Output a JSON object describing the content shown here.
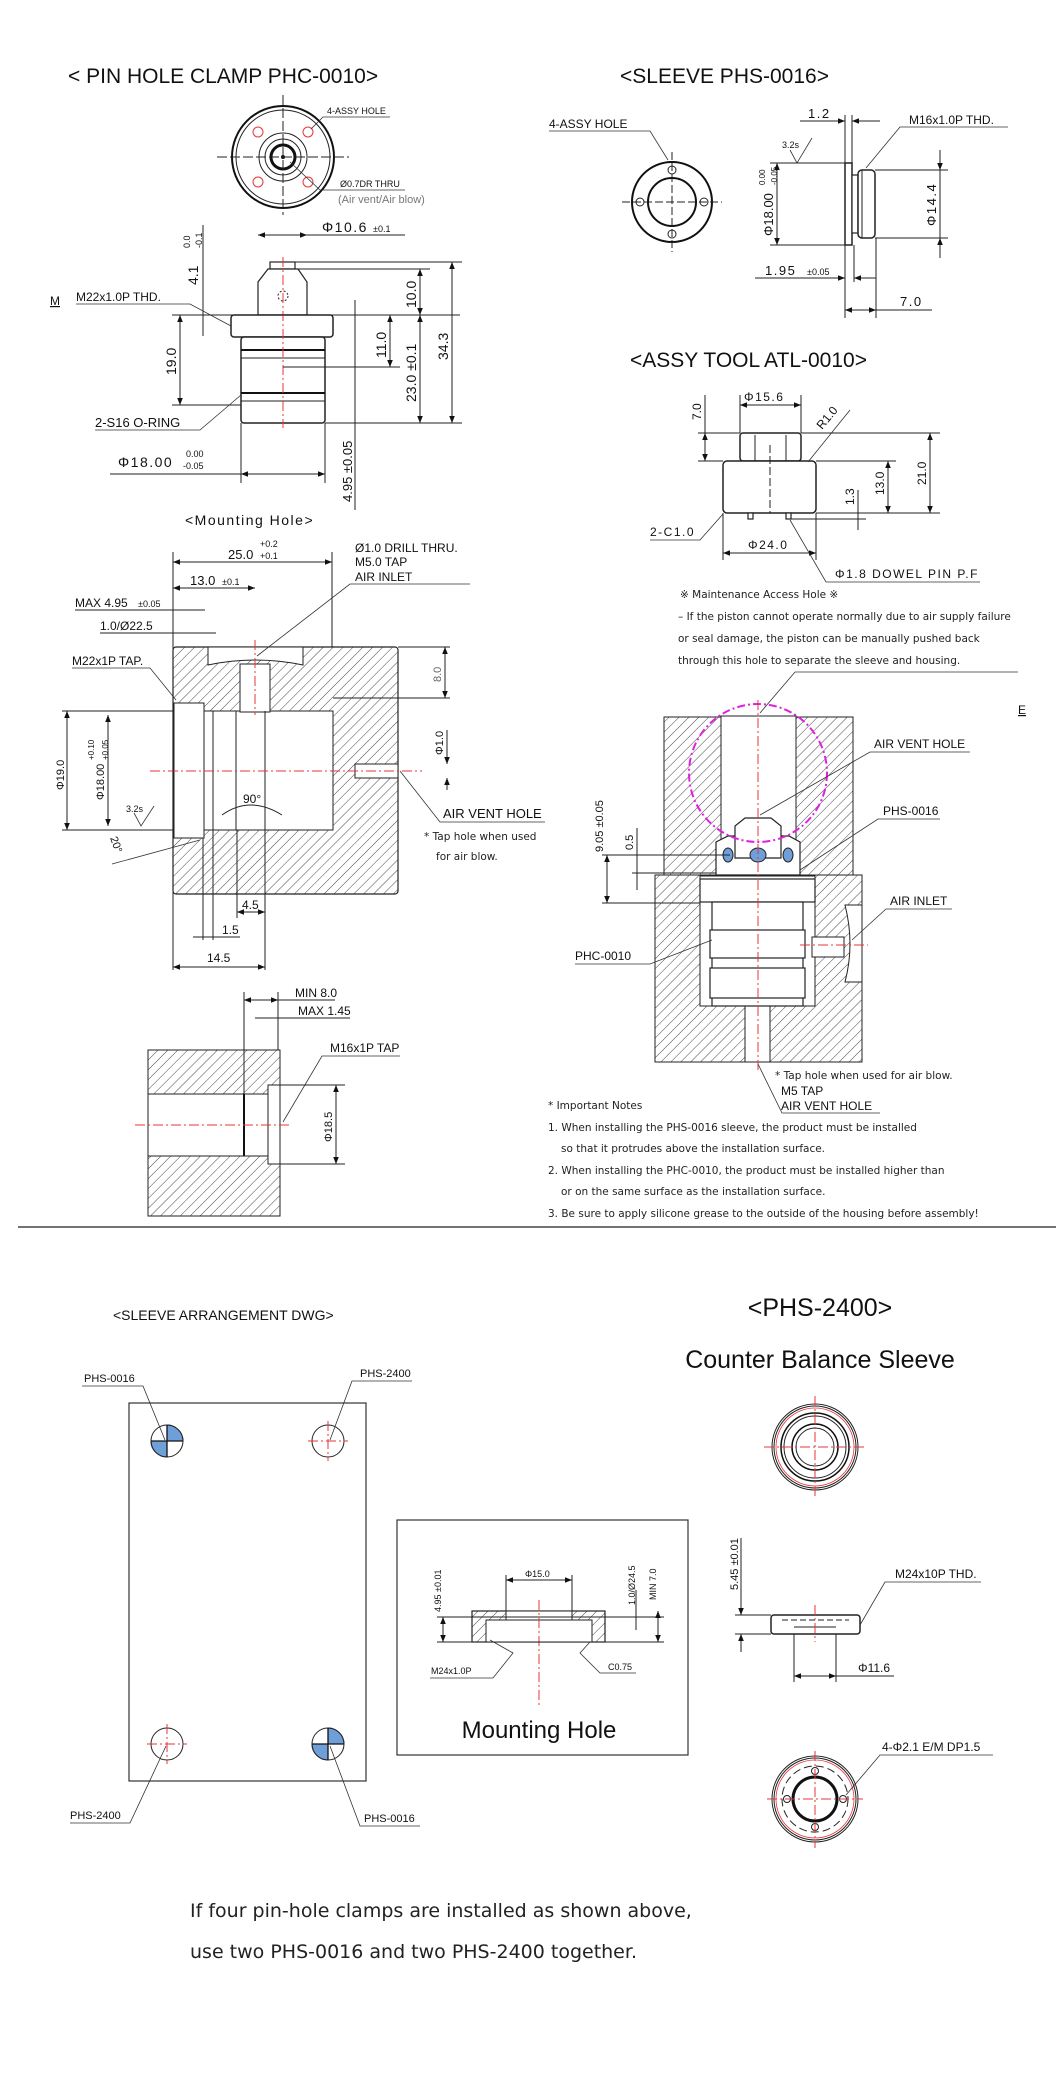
{
  "phc": {
    "title": "< PIN HOLE CLAMP PHC-0010>",
    "assy_hole": "4-ASSY HOLE",
    "dr_thru": "Ø0.7DR THRU",
    "air_vent_blow": "(Air vent/Air blow)",
    "dia_10_6": "Φ10.6",
    "tol_0_1": "±0.1",
    "tol_top": "0.0",
    "tol_bottom": "-0.1",
    "dim_4_1": "4.1",
    "dim_10_0": "10.0",
    "thread": "M22x1.0P THD.",
    "marker_m": "M",
    "dim_19_0": "19.0",
    "dim_11_0": "11.0",
    "dim_23_0": "23.0 ±0.1",
    "dim_34_3": "34.3",
    "oring": "2-S16 O-RING",
    "dia_18": "Φ18.00",
    "dia_18_upper": "0.00",
    "dia_18_lower": "-0.05",
    "dim_4_95": "4.95 ±0.05"
  },
  "mounting": {
    "title": "<Mounting Hole>",
    "dim_25": "25.0",
    "dim_25_upper": "+0.2",
    "dim_25_lower": "+0.1",
    "dim_13": "13.0",
    "dim_13_tol": "±0.1",
    "max_4_95": "MAX 4.95",
    "max_4_95_tol": "±0.05",
    "chamfer": "1.0/Ø22.5",
    "tap": "M22x1P TAP.",
    "drill": "Ø1.0 DRILL THRU.",
    "m5": "M5.0 TAP",
    "air_inlet": "AIR INLET",
    "dim_8": "8.0",
    "dia_19": "Φ19.0",
    "dia_18": "Φ18.00",
    "dia_18_upper": "+0.10",
    "dia_18_lower": "+0.05",
    "rough": "3.2s",
    "angle_90": "90°",
    "angle_20": "20°",
    "dia_1": "Φ1.0",
    "air_vent": "AIR VENT HOLE",
    "tap_note_1": "* Tap hole when used",
    "tap_note_2": "for air blow.",
    "dim_4_5": "4.5",
    "dim_1_5": "1.5",
    "dim_14_5": "14.5",
    "min_8": "MIN 8.0",
    "max_1_45": "MAX 1.45",
    "m16_tap": "M16x1P TAP",
    "dia_18_5": "Φ18.5"
  },
  "sleeve": {
    "title": "<SLEEVE PHS-0016>",
    "assy_hole": "4-ASSY HOLE",
    "dim_1_2": "1.2",
    "thread": "M16x1.0P THD.",
    "rough": "3.2s",
    "dia_18": "Φ18.00",
    "dia_18_upper": "0.00",
    "dia_18_lower": "-0.05",
    "dia_14_4": "Φ14.4",
    "dim_1_95": "1.95",
    "dim_1_95_tol": "±0.05",
    "dim_7": "7.0"
  },
  "tool": {
    "title": "<ASSY TOOL ATL-0010>",
    "dia_15_6": "Φ15.6",
    "dim_7": "7.0",
    "radius": "R1.0",
    "dim_13": "13.0",
    "dim_21": "21.0",
    "dim_1_3": "1.3",
    "chamfer": "2-C1.0",
    "dia_24": "Φ24.0",
    "dowel": "Φ1.8 DOWEL PIN P.F"
  },
  "maintenance": {
    "heading": "※ Maintenance Access Hole ※",
    "lines": [
      "– If the piston cannot operate normally due to air supply failure",
      "or seal damage, the piston can be manually pushed back",
      "through this hole to separate the sleeve and housing."
    ]
  },
  "assembly": {
    "marker_e": "E",
    "air_vent": "AIR VENT HOLE",
    "sleeve": "PHS-0016",
    "dim_9_05": "9.05 ±0.05",
    "dim_0_5": "0.5",
    "air_inlet": "AIR INLET",
    "clamp": "PHC-0010",
    "tap_note": "* Tap hole when used for air blow.",
    "m5": "M5 TAP",
    "air_vent_bottom": "AIR VENT HOLE"
  },
  "notes": {
    "heading": "* Important Notes",
    "lines": [
      "1. When installing the PHS-0016 sleeve, the product must be installed",
      "so that it protrudes above the installation surface.",
      "2. When installing the PHC-0010, the product must be installed higher than",
      "or on the same surface as the installation surface.",
      "3. Be sure to apply silicone grease to the outside of the housing before assembly!"
    ]
  },
  "arrangement": {
    "title": "<SLEEVE ARRANGEMENT DWG>",
    "top_left": "PHS-0016",
    "top_right": "PHS-2400",
    "bottom_left": "PHS-2400",
    "bottom_right": "PHS-0016",
    "fill_color": "#6f9fd8"
  },
  "mount_box": {
    "dia_15": "Φ15.0",
    "dim_4_95": "4.95 ±0.01",
    "chamfer": "1.0/Ø24.5",
    "min_7": "MIN 7.0",
    "thread": "M24x1.0P",
    "c075": "C0.75",
    "caption": "Mounting Hole"
  },
  "phs2400": {
    "title": "<PHS-2400>",
    "subtitle": "Counter Balance Sleeve",
    "dim_5_45": "5.45 ±0.01",
    "thread": "M24x10P THD.",
    "dia_11_6": "Φ11.6",
    "holes": "4-Φ2.1  E/M DP1.5"
  },
  "footer": {
    "line1": "If four pin-hole clamps are installed as shown above,",
    "line2": "use two PHS-0016 and two PHS-2400 together."
  }
}
